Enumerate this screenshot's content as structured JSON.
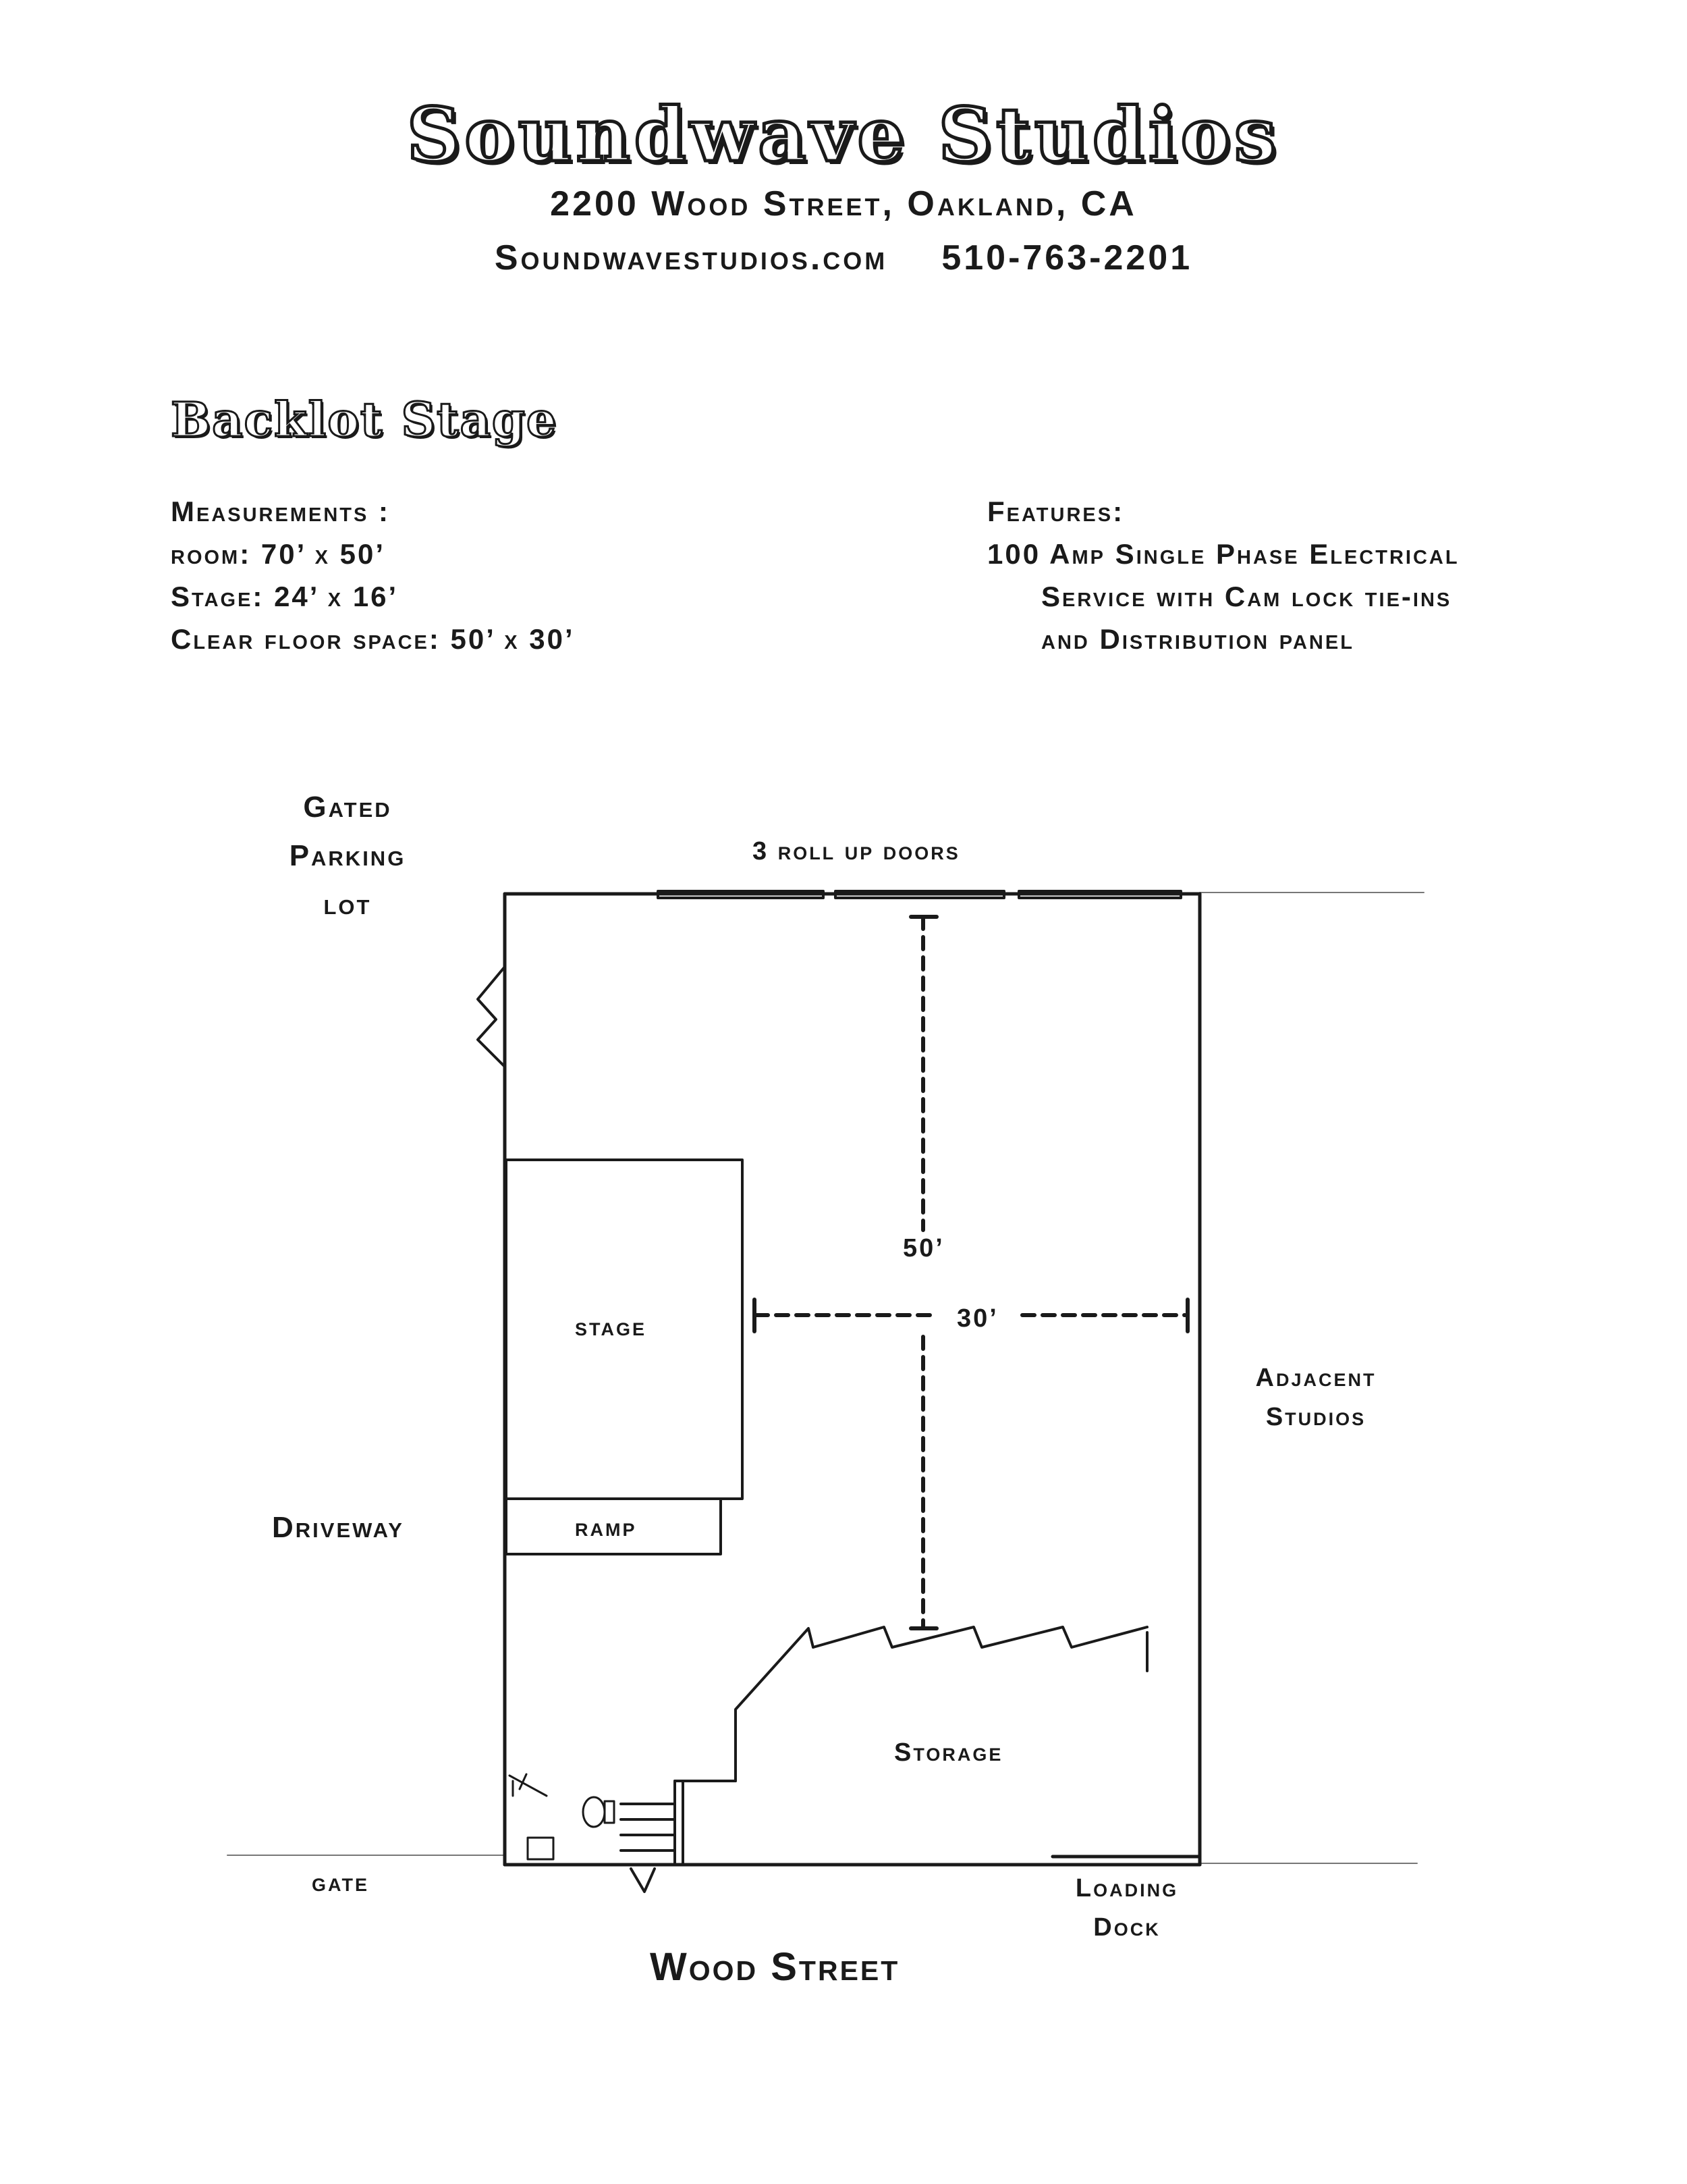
{
  "header": {
    "title": "Soundwave Studios",
    "address": "2200 Wood Street, Oakland, CA",
    "website": "Soundwavestudios.com",
    "phone": "510-763-2201"
  },
  "section_title": "Backlot Stage",
  "measurements": {
    "heading": "Measurements :",
    "room": "room: 70’ x 50’",
    "stage": "Stage: 24’ x 16’",
    "clear_floor": "Clear floor space: 50’ x 30’"
  },
  "features": {
    "heading": "Features:",
    "line1": "100 Amp Single Phase Electrical",
    "line2": "Service with Cam lock tie-ins",
    "line3": "and Distribution panel"
  },
  "plan_labels": {
    "gated_parking_1": "Gated",
    "gated_parking_2": "Parking",
    "gated_parking_3": "lot",
    "roll_up_doors": "3 roll up doors",
    "stage": "stage",
    "ramp": "ramp",
    "driveway": "Driveway",
    "dim_length": "50’",
    "dim_width": "30’",
    "adjacent_1": "Adjacent",
    "adjacent_2": "Studios",
    "storage": "Storage",
    "gate": "gate",
    "loading_1": "Loading",
    "loading_2": "Dock",
    "street": "Wood Street"
  }
}
